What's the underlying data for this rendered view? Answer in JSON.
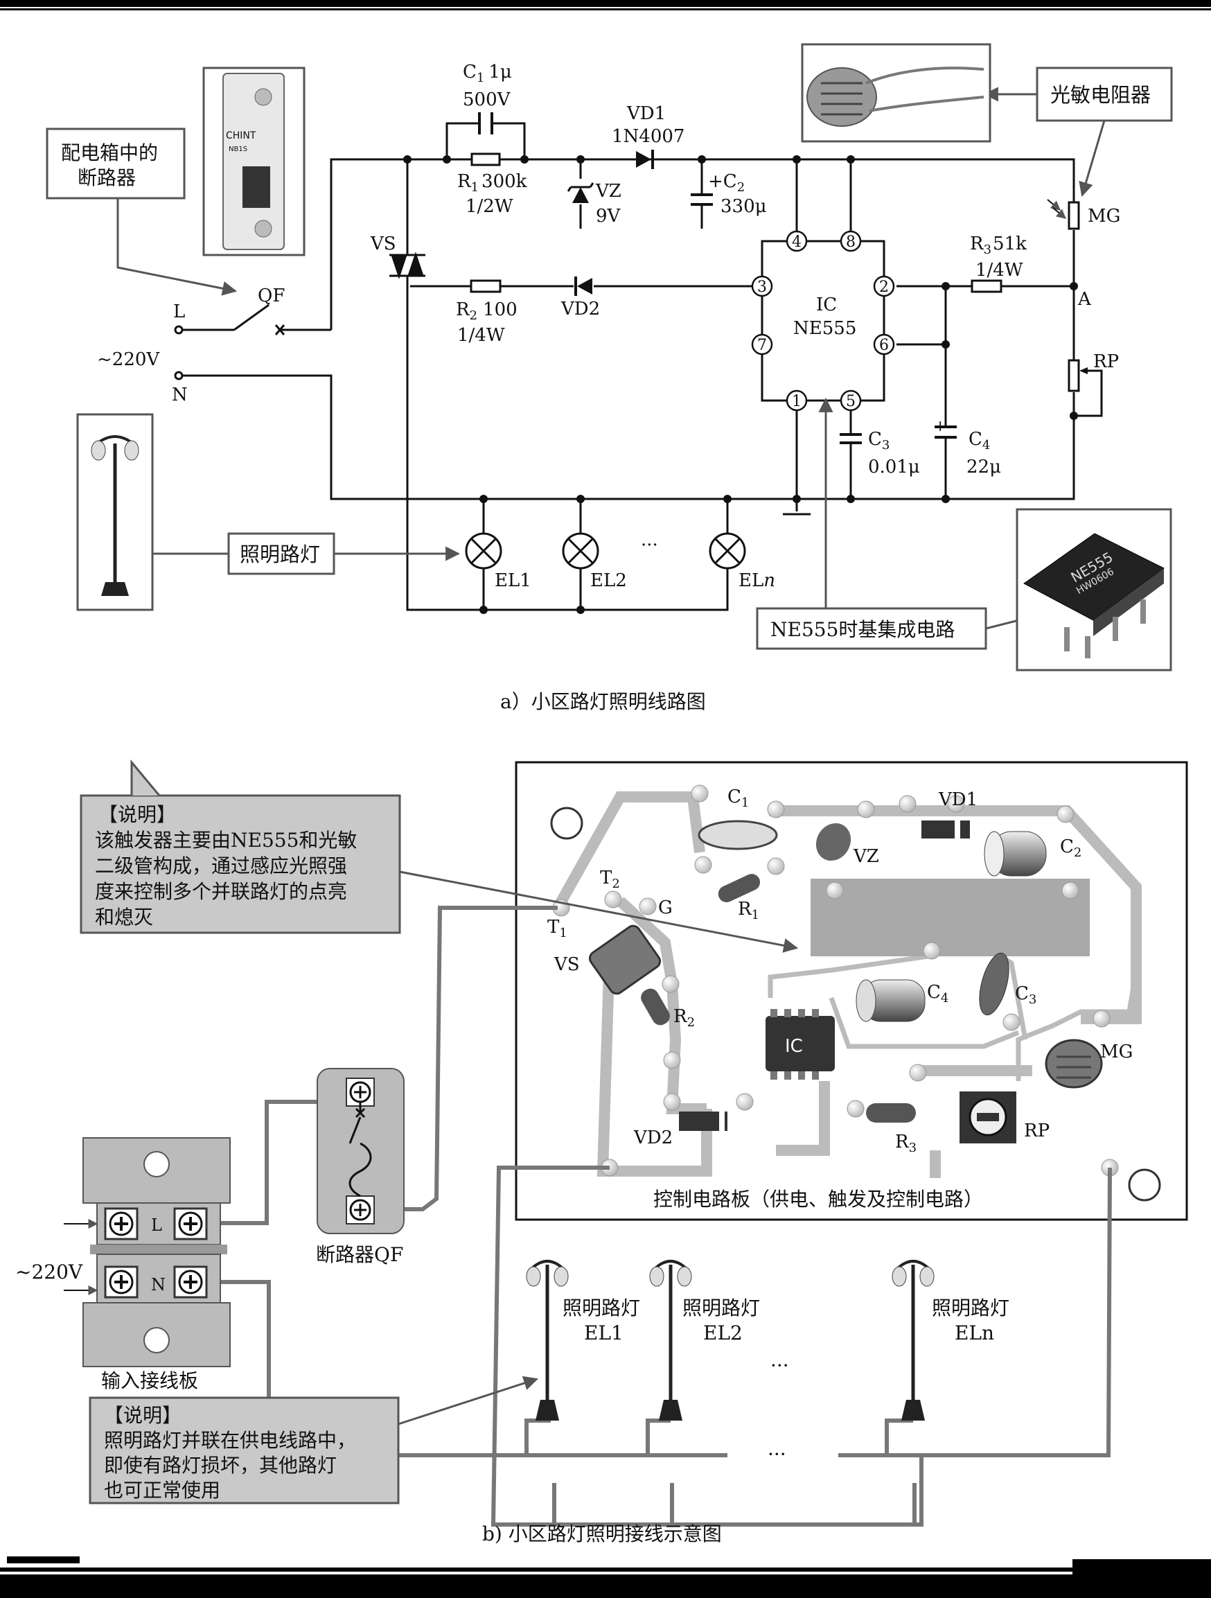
{
  "top": {
    "caption": "a）小区路灯照明线路图",
    "breaker_label": [
      "配电箱中的",
      "断路器"
    ],
    "photoresistor_label": "光敏电阻器",
    "lamp_label": "照明路灯",
    "ic_label": "NE555时基集成电路",
    "chip_marking": [
      "NE555",
      "HW0606"
    ],
    "breaker_marking": [
      "CHINT",
      "NB1S"
    ],
    "components": {
      "C1": "C",
      "C1_sub": "1",
      "C1_val": "1μ",
      "C1_v": "500V",
      "R1": "R",
      "R1_sub": "1",
      "R1_val": "300k",
      "R1_w": "1/2W",
      "VD1": "VD1",
      "VD1_type": "1N4007",
      "VZ": "VZ",
      "VZ_val": "9V",
      "C2": "+C",
      "C2_sub": "2",
      "C2_val": "330μ",
      "VS": "VS",
      "R2": "R",
      "R2_sub": "2",
      "R2_val": "100",
      "R2_w": "1/4W",
      "VD2": "VD2",
      "IC": "IC",
      "IC_type": "NE555",
      "R3": "R",
      "R3_sub": "3",
      "R3_val": "51k",
      "R3_w": "1/4W",
      "MG": "MG",
      "A": "A",
      "RP": "RP",
      "C3": "C",
      "C3_sub": "3",
      "C3_val": "0.01μ",
      "C4": "C",
      "C4_sub": "4",
      "C4_val": "22μ",
      "C4_plus": "+",
      "L": "L",
      "N": "N",
      "QF": "QF",
      "mains": "~220V",
      "EL1": "EL1",
      "EL2": "EL2",
      "ELn": "EL",
      "ELn_sub": "n",
      "dots": "···"
    },
    "pins": [
      "4",
      "8",
      "3",
      "2",
      "7",
      "6",
      "1",
      "5"
    ]
  },
  "bottom": {
    "caption": "b) 小区路灯照明接线示意图",
    "note1_title": "【说明】",
    "note1_lines": [
      "该触发器主要由NE555和光敏",
      "二级管构成，通过感应光照强",
      "度来控制多个并联路灯的点亮",
      "和熄灭"
    ],
    "note2_title": "【说明】",
    "note2_lines": [
      "照明路灯并联在供电线路中，",
      "即使有路灯损坏，其他路灯",
      "也可正常使用"
    ],
    "board_caption": "控制电路板（供电、触发及控制电路）",
    "terminal_label": "输入接线板",
    "breaker_label": "断路器QF",
    "mains": "~220V",
    "L": "L",
    "N": "N",
    "lamp_title": "照明路灯",
    "lamps": [
      "EL1",
      "EL2",
      "ELn"
    ],
    "dots": "···",
    "parts": {
      "C1": "C",
      "C1_sub": "1",
      "VD1": "VD1",
      "VZ": "VZ",
      "C2": "C",
      "C2_sub": "2",
      "R1": "R",
      "R1_sub": "1",
      "T2": "T",
      "T2_sub": "2",
      "T1": "T",
      "T1_sub": "1",
      "G": "G",
      "VS": "VS",
      "R2": "R",
      "R2_sub": "2",
      "IC": "IC",
      "C4": "C",
      "C4_sub": "4",
      "C3": "C",
      "C3_sub": "3",
      "MG": "MG",
      "VD2": "VD2",
      "R3": "R",
      "R3_sub": "3",
      "RP": "RP"
    }
  }
}
